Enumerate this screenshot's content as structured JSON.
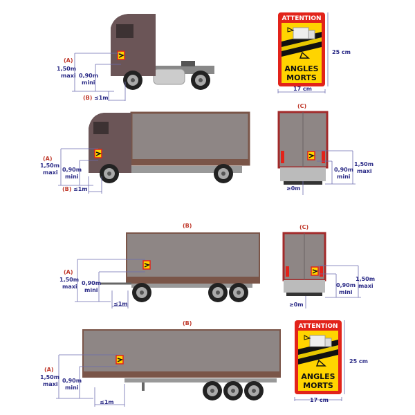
{
  "labels": {
    "a": "(A)",
    "b": "(B)",
    "c": "(C)",
    "max_height": "1,50m",
    "maxi": "maxi",
    "min_height": "0,90m",
    "mini": "mini",
    "front_dist": "≤1m",
    "rear_dist": "≥0m"
  },
  "sign": {
    "title": "ATTENTION",
    "line1": "ANGLES",
    "line2": "MORTS",
    "height": "25 cm",
    "width": "17 cm",
    "colors": {
      "border": "#e2231a",
      "background": "#ffd400",
      "stripe": "#111111"
    }
  },
  "colors": {
    "annotation": "#2a2a86",
    "label_red": "#c0392b",
    "cab": "#6b5557",
    "body": "#8e8685",
    "frame": "#7a5548"
  }
}
